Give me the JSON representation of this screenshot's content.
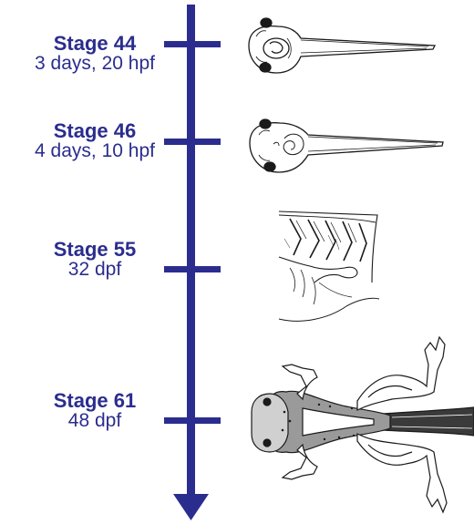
{
  "colors": {
    "timeline": "#2b2d8e",
    "label": "#2b2d8e",
    "drawing": "#1a1a1a"
  },
  "stages": [
    {
      "name": "Stage 44",
      "time": "3 days, 20 hpf",
      "illustration": "tadpole-dorsal-view"
    },
    {
      "name": "Stage 46",
      "time": "4 days, 10 hpf",
      "illustration": "tadpole-dorsal-view-with-gut"
    },
    {
      "name": "Stage 55",
      "time": "32 dpf",
      "illustration": "tadpole-hindlimb-bud"
    },
    {
      "name": "Stage 61",
      "time": "48 dpf",
      "illustration": "froglet-with-tail"
    }
  ]
}
